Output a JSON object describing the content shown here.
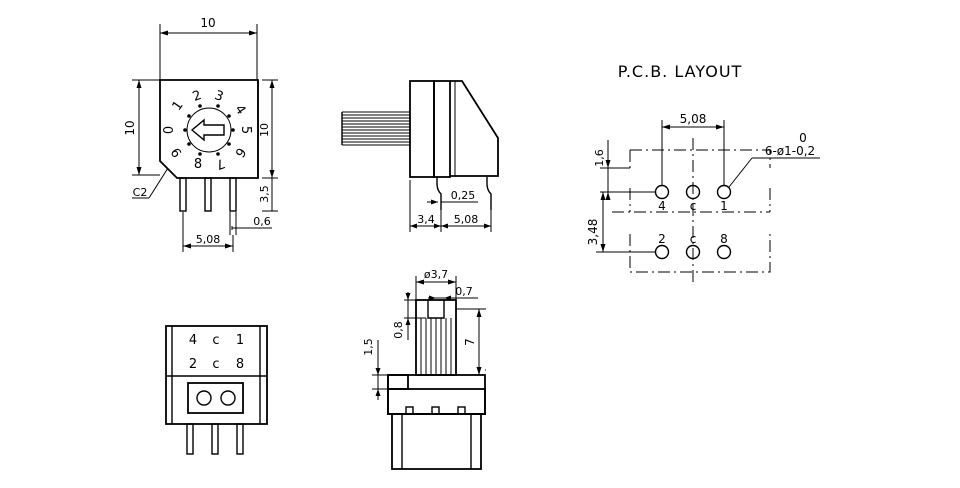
{
  "front_view": {
    "dim_width": "10",
    "dim_height": "10",
    "dim_height_right": "10",
    "dim_pin_length": "3,5",
    "dim_pin_width": "0,6",
    "dim_pin_pitch": "5,08",
    "chamfer": "C2",
    "dial_numbers": [
      "0",
      "1",
      "2",
      "3",
      "4",
      "5",
      "6",
      "7",
      "8",
      "9"
    ]
  },
  "side_view": {
    "dim_pin_offset": "0,25",
    "dim_left": "3,4",
    "dim_pitch": "5,08"
  },
  "pcb_layout": {
    "title": "P.C.B. LAYOUT",
    "dim_pitch": "5,08",
    "dim_top": "1,6",
    "dim_row": "3,48",
    "hole_spec_top": "0",
    "hole_spec": "6-ø1-0,2",
    "row1_labels": [
      "4",
      "c",
      "1"
    ],
    "row2_labels": [
      "2",
      "c",
      "8"
    ]
  },
  "bottom_view": {
    "row1": [
      "4",
      "c",
      "1"
    ],
    "row2": [
      "2",
      "c",
      "8"
    ]
  },
  "shaft_view": {
    "dim_diameter": "ø3,7",
    "dim_slot": "0,7",
    "dim_08": "0,8",
    "dim_15": "1,5",
    "dim_7": "7"
  }
}
